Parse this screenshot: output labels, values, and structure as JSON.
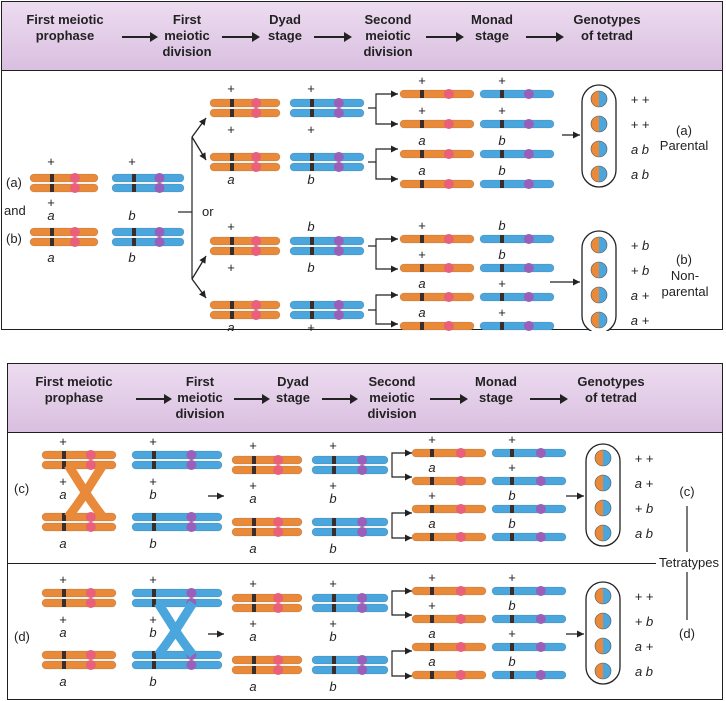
{
  "header": {
    "stages": [
      "First meiotic\nprophase",
      "First\nmeiotic\ndivision",
      "Dyad\nstage",
      "Second\nmeiotic\ndivision",
      "Monad\nstage",
      "Genotypes\nof tetrad"
    ]
  },
  "top": {
    "label_a": "(a)",
    "label_and": "and",
    "label_b": "(b)",
    "label_or": "or",
    "parental_tag": "(a)",
    "parental": "Parental",
    "nonparental_tag": "(b)",
    "nonparental": "Non-\nparental",
    "genotypes_parental": [
      "+ +",
      "+ +",
      "a  b",
      "a  b"
    ],
    "genotypes_nonparental": [
      "+ b",
      "+ b",
      "a +",
      "a +"
    ]
  },
  "bottom": {
    "label_c": "(c)",
    "label_d": "(d)",
    "side_c": "(c)",
    "side_d": "(d)",
    "tetratypes": "Tetratypes",
    "genotypes_c": [
      "+ +",
      "a +",
      "+ b",
      "a  b"
    ],
    "genotypes_d": [
      "+ +",
      "+ b",
      "a +",
      "a  b"
    ]
  },
  "colors": {
    "orange": "#e98a3b",
    "blue": "#4aa6dd",
    "pink_centromere": "#e8607a",
    "purple_centromere": "#9a5fb8",
    "band": "#3a2e2a",
    "header_bg": "#e4cdea"
  }
}
